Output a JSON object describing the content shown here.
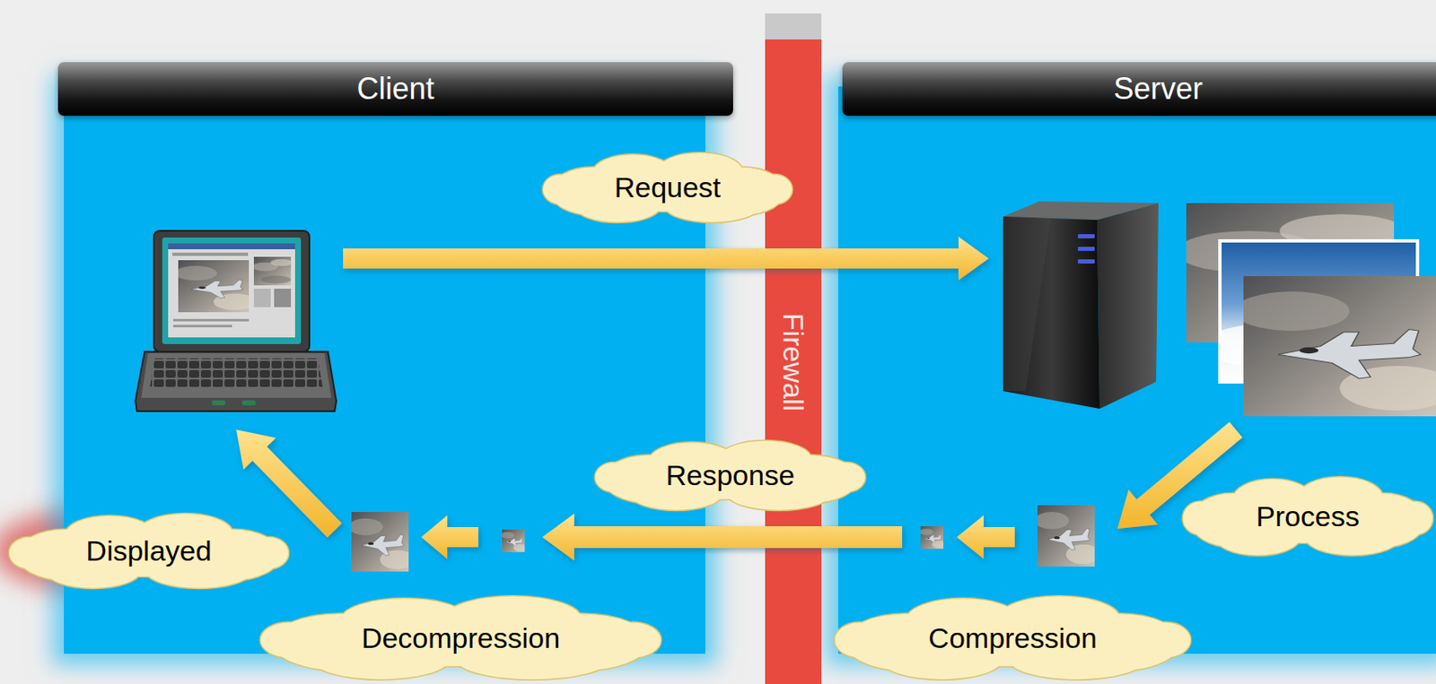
{
  "diagram": {
    "nodes": [
      {
        "text": [
          "Client"
        ]
      },
      {
        "text": [
          "Firewall"
        ]
      },
      {
        "text": [
          "Server"
        ]
      },
      {
        "text": [
          "Request"
        ]
      },
      {
        "text": [
          "Process"
        ],
        "in": 2
      },
      {
        "text": [
          "Response"
        ]
      },
      {
        "text": [
          "Displayed"
        ]
      },
      {
        "text": [
          "Decompression"
        ],
        "in": 0
      },
      {
        "text": [
          "Compression"
        ],
        "in": 2
      }
    ]
  }
}
